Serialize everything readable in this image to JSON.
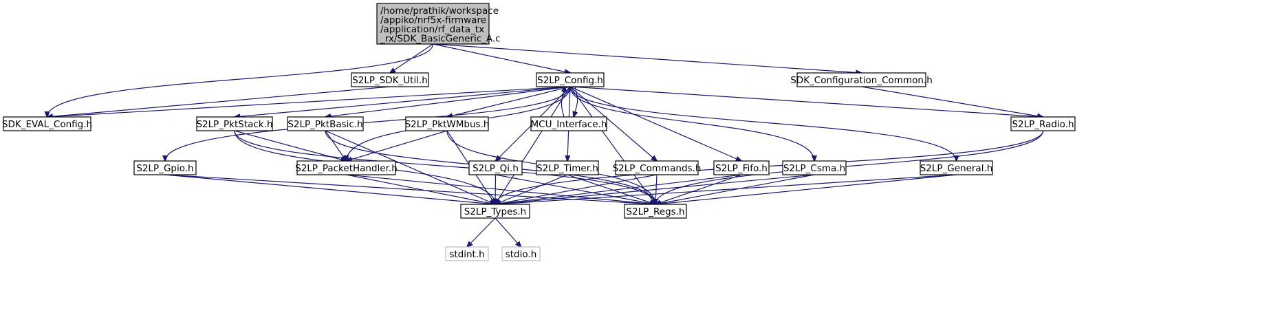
{
  "diagram": {
    "title_lines": [
      "/home/prathik/workspace",
      "/appiko/nrf5x-firmware",
      "/application/rf_data_tx",
      "_rx/SDK_BasicGeneric_A.c"
    ],
    "nodes": [
      {
        "id": "root",
        "label": "/home/prathik/workspace/appiko/nrf5x-firmware/application/rf_data_tx_rx/SDK_BasicGeneric_A.c",
        "kind": "root"
      },
      {
        "id": "sdk_util",
        "label": "S2LP_SDK_Util.h",
        "kind": "normal"
      },
      {
        "id": "config",
        "label": "S2LP_Config.h",
        "kind": "normal"
      },
      {
        "id": "sdk_cfg_common",
        "label": "SDK_Configuration_Common.h",
        "kind": "normal"
      },
      {
        "id": "eval_config",
        "label": "SDK_EVAL_Config.h",
        "kind": "normal"
      },
      {
        "id": "pktstack",
        "label": "S2LP_PktStack.h",
        "kind": "normal"
      },
      {
        "id": "pktbasic",
        "label": "S2LP_PktBasic.h",
        "kind": "normal"
      },
      {
        "id": "pktwmbus",
        "label": "S2LP_PktWMbus.h",
        "kind": "normal"
      },
      {
        "id": "mcu_interface",
        "label": "MCU_Interface.h",
        "kind": "normal"
      },
      {
        "id": "radio",
        "label": "S2LP_Radio.h",
        "kind": "normal"
      },
      {
        "id": "gpio",
        "label": "S2LP_Gpio.h",
        "kind": "normal"
      },
      {
        "id": "packethandler",
        "label": "S2LP_PacketHandler.h",
        "kind": "normal"
      },
      {
        "id": "qi",
        "label": "S2LP_Qi.h",
        "kind": "normal"
      },
      {
        "id": "timer",
        "label": "S2LP_Timer.h",
        "kind": "normal"
      },
      {
        "id": "commands",
        "label": "S2LP_Commands.h",
        "kind": "normal"
      },
      {
        "id": "fifo",
        "label": "S2LP_Fifo.h",
        "kind": "normal"
      },
      {
        "id": "csma",
        "label": "S2LP_Csma.h",
        "kind": "normal"
      },
      {
        "id": "general",
        "label": "S2LP_General.h",
        "kind": "normal"
      },
      {
        "id": "types",
        "label": "S2LP_Types.h",
        "kind": "normal"
      },
      {
        "id": "regs",
        "label": "S2LP_Regs.h",
        "kind": "normal"
      },
      {
        "id": "stdint",
        "label": "stdint.h",
        "kind": "sys"
      },
      {
        "id": "stdio",
        "label": "stdio.h",
        "kind": "sys"
      }
    ],
    "edges": [
      [
        "root",
        "sdk_util"
      ],
      [
        "root",
        "config"
      ],
      [
        "root",
        "sdk_cfg_common"
      ],
      [
        "root",
        "eval_config"
      ],
      [
        "sdk_util",
        "eval_config"
      ],
      [
        "config",
        "eval_config"
      ],
      [
        "config",
        "pktstack"
      ],
      [
        "config",
        "pktbasic"
      ],
      [
        "config",
        "pktwmbus"
      ],
      [
        "config",
        "mcu_interface"
      ],
      [
        "mcu_interface",
        "config"
      ],
      [
        "config",
        "radio"
      ],
      [
        "config",
        "gpio"
      ],
      [
        "config",
        "packethandler"
      ],
      [
        "config",
        "qi"
      ],
      [
        "config",
        "timer"
      ],
      [
        "config",
        "commands"
      ],
      [
        "config",
        "fifo"
      ],
      [
        "config",
        "csma"
      ],
      [
        "config",
        "general"
      ],
      [
        "config",
        "types"
      ],
      [
        "config",
        "regs"
      ],
      [
        "sdk_cfg_common",
        "radio"
      ],
      [
        "pktstack",
        "packethandler"
      ],
      [
        "pktstack",
        "types"
      ],
      [
        "pktstack",
        "regs"
      ],
      [
        "pktbasic",
        "packethandler"
      ],
      [
        "pktbasic",
        "types"
      ],
      [
        "pktbasic",
        "regs"
      ],
      [
        "pktwmbus",
        "packethandler"
      ],
      [
        "pktwmbus",
        "types"
      ],
      [
        "pktwmbus",
        "regs"
      ],
      [
        "radio",
        "types"
      ],
      [
        "radio",
        "regs"
      ],
      [
        "gpio",
        "types"
      ],
      [
        "gpio",
        "regs"
      ],
      [
        "packethandler",
        "types"
      ],
      [
        "packethandler",
        "regs"
      ],
      [
        "qi",
        "types"
      ],
      [
        "qi",
        "regs"
      ],
      [
        "timer",
        "types"
      ],
      [
        "timer",
        "regs"
      ],
      [
        "commands",
        "types"
      ],
      [
        "commands",
        "regs"
      ],
      [
        "fifo",
        "types"
      ],
      [
        "fifo",
        "regs"
      ],
      [
        "csma",
        "types"
      ],
      [
        "csma",
        "regs"
      ],
      [
        "general",
        "types"
      ],
      [
        "general",
        "regs"
      ],
      [
        "types",
        "stdint"
      ],
      [
        "types",
        "stdio"
      ]
    ],
    "colors": {
      "edge": "#191970",
      "root_fill": "#bfbfbf",
      "sys_border": "#bfbfbf"
    }
  }
}
